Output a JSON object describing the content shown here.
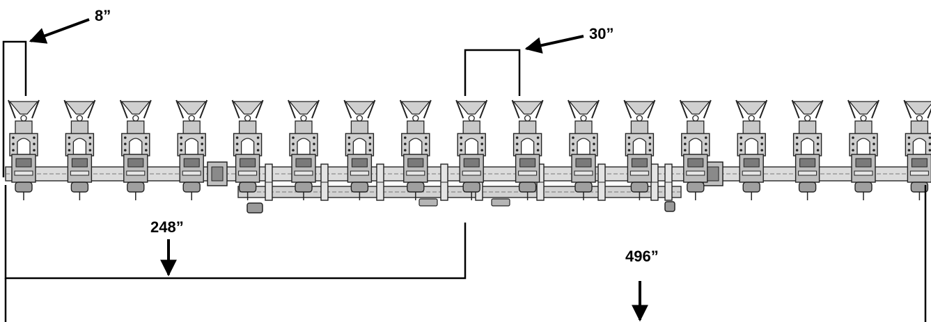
{
  "dimensions": {
    "row_offset": "8”",
    "row_spacing": "30”",
    "half_width": "248”",
    "full_width": "496”"
  },
  "planter": {
    "row_units": 17,
    "central_supports": 9
  },
  "colors": {
    "ink": "#000000",
    "frame": "#d6d6d6",
    "unit_fill": "#c8c8c8",
    "dark": "#3a3a3a"
  }
}
